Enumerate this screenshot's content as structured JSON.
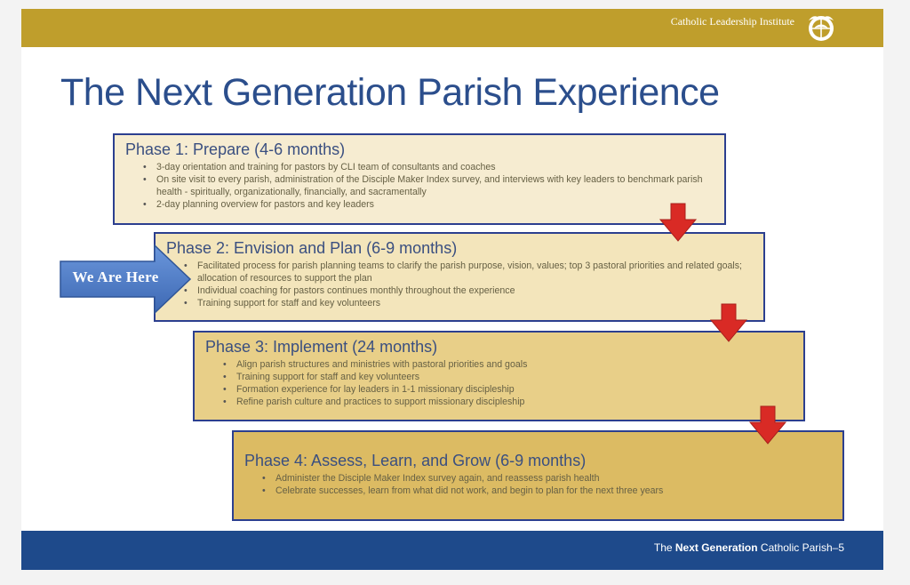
{
  "header": {
    "org_name": "Catholic Leadership Institute",
    "logo_icon": "dove-globe-logo-icon"
  },
  "title": "The Next Generation Parish Experience",
  "marker": {
    "label": "We Are Here",
    "icon": "arrow-right-icon"
  },
  "colors": {
    "top_bar": "#bf9e2c",
    "bottom_bar": "#1e4a8b",
    "title": "#2b4e8c",
    "box_border": "#2c3f8f",
    "red_arrow": "#d92a25",
    "marker_arrow": "#4a78c4"
  },
  "phases": [
    {
      "title": "Phase 1: Prepare (4-6 months)",
      "bullets": [
        "3-day orientation and training for pastors by CLI team of consultants and coaches",
        "On site visit to every parish, administration of the Disciple Maker Index survey, and interviews with key leaders to benchmark parish health - spiritually, organizationally, financially, and sacramentally",
        "2-day planning overview for pastors and key leaders"
      ]
    },
    {
      "title": "Phase 2: Envision and Plan (6-9 months)",
      "bullets": [
        "Facilitated process for parish planning teams to clarify the parish purpose, vision, values; top 3 pastoral priorities and related goals; allocation of resources to support the plan",
        "Individual coaching for pastors continues monthly throughout the experience",
        "Training support for staff and key volunteers"
      ]
    },
    {
      "title": "Phase 3: Implement (24 months)",
      "bullets": [
        "Align parish structures and ministries with pastoral priorities and goals",
        "Training support for staff and key volunteers",
        "Formation experience for lay leaders in 1-1 missionary discipleship",
        "Refine parish culture and practices to support missionary discipleship"
      ]
    },
    {
      "title": "Phase 4: Assess, Learn, and Grow (6-9 months)",
      "bullets": [
        "Administer the Disciple Maker Index survey again, and reassess parish health",
        "Celebrate successes, learn from what did not work, and begin to plan for the next three years"
      ]
    }
  ],
  "footer": {
    "prefix": "The ",
    "bold": "Next Generation",
    "suffix": " Catholic Parish",
    "page_sep": "–",
    "page": "5"
  }
}
